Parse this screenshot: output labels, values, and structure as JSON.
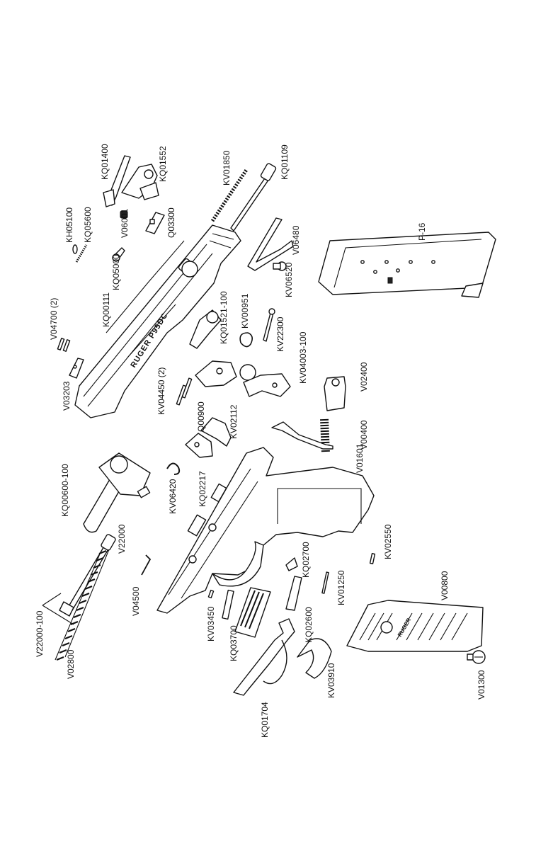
{
  "diagram": {
    "labels": [
      {
        "id": "KQ01400",
        "text": "KQ01400"
      },
      {
        "id": "KQ01552",
        "text": "KQ01552"
      },
      {
        "id": "KV01850",
        "text": "KV01850"
      },
      {
        "id": "KQ01109",
        "text": "KQ01109"
      },
      {
        "id": "KH05100",
        "text": "KH05100"
      },
      {
        "id": "KQ05600",
        "text": "KQ05600"
      },
      {
        "id": "V06001",
        "text": "V06001"
      },
      {
        "id": "Q03300",
        "text": "Q03300"
      },
      {
        "id": "KQ05000",
        "text": "KQ05000"
      },
      {
        "id": "V04700",
        "text": "V04700 (2)"
      },
      {
        "id": "KQ00111",
        "text": "KQ00111"
      },
      {
        "id": "KQ01521",
        "text": "KQ01521-100"
      },
      {
        "id": "V06480",
        "text": "V06480"
      },
      {
        "id": "KV06520",
        "text": "KV06520"
      },
      {
        "id": "P16",
        "text": "P-16"
      },
      {
        "id": "V03203",
        "text": "V03203"
      },
      {
        "id": "KV00951",
        "text": "KV00951"
      },
      {
        "id": "KV22300",
        "text": "KV22300"
      },
      {
        "id": "KV04450",
        "text": "KV04450 (2)"
      },
      {
        "id": "Q00900",
        "text": "Q00900"
      },
      {
        "id": "KV04003",
        "text": "KV04003-100"
      },
      {
        "id": "V02400",
        "text": "V02400"
      },
      {
        "id": "KV02112",
        "text": "KV02112"
      },
      {
        "id": "V00400",
        "text": "V00400"
      },
      {
        "id": "KQ00600",
        "text": "KQ00600-100"
      },
      {
        "id": "KV06420",
        "text": "KV06420"
      },
      {
        "id": "KQ02217",
        "text": "KQ02217"
      },
      {
        "id": "V01601",
        "text": "V01601"
      },
      {
        "id": "V22000",
        "text": "V22000"
      },
      {
        "id": "V22000_100",
        "text": "V22000-100"
      },
      {
        "id": "V02800",
        "text": "V02800"
      },
      {
        "id": "V04500",
        "text": "V04500"
      },
      {
        "id": "KV03450",
        "text": "KV03450"
      },
      {
        "id": "KQ03700",
        "text": "KQ03700"
      },
      {
        "id": "KQ02700",
        "text": "KQ02700"
      },
      {
        "id": "KQ02600",
        "text": "KQ02600"
      },
      {
        "id": "KV01250",
        "text": "KV01250"
      },
      {
        "id": "KV02550",
        "text": "KV02550"
      },
      {
        "id": "V00800",
        "text": "V00800"
      },
      {
        "id": "KQ01704",
        "text": "KQ01704"
      },
      {
        "id": "KV03910",
        "text": "KV03910"
      },
      {
        "id": "V01300",
        "text": "V01300"
      }
    ],
    "slide_marking": "RUGER P95DC",
    "grip_marking": "RUGER"
  }
}
